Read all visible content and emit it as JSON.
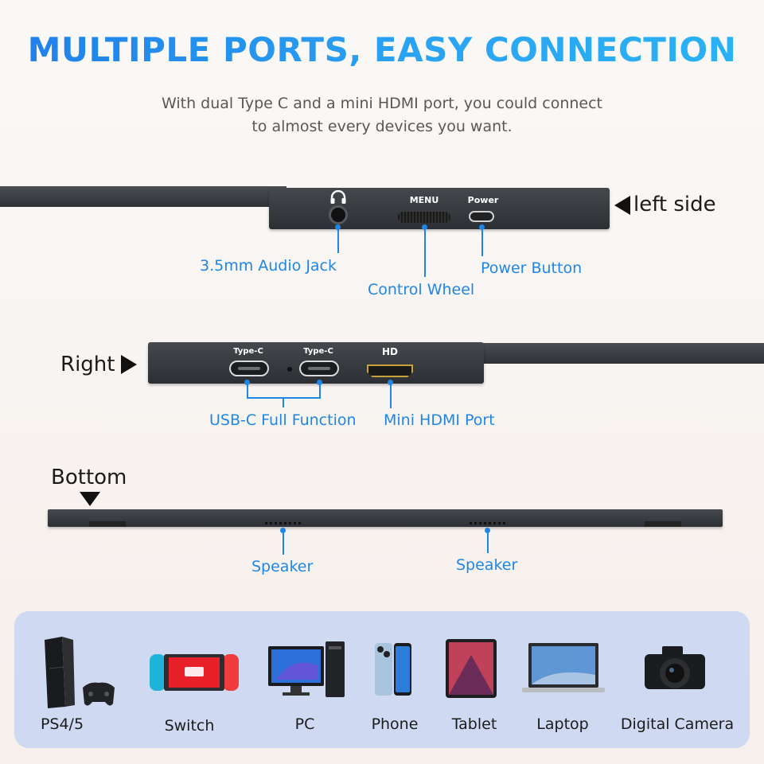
{
  "header": {
    "title": "MULTIPLE PORTS, EASY CONNECTION",
    "subtitle_line1": "With dual Type C and a mini HDMI port, you could connect",
    "subtitle_line2": "to almost every devices you want."
  },
  "left_side": {
    "side_label": "left side",
    "port_labels": {
      "menu": "MENU",
      "power": "Power"
    },
    "callouts": {
      "audio": "3.5mm Audio Jack",
      "wheel": "Control Wheel",
      "power": "Power Button"
    }
  },
  "right_side": {
    "side_label": "Right",
    "port_labels": {
      "typec_1": "Type-C",
      "typec_2": "Type-C",
      "hd": "HD"
    },
    "callouts": {
      "usbc": "USB-C Full Function",
      "hdmi": "Mini HDMI Port"
    }
  },
  "bottom": {
    "side_label": "Bottom",
    "callouts": {
      "speaker_left": "Speaker",
      "speaker_right": "Speaker"
    }
  },
  "devices": [
    {
      "label": "PS4/5",
      "icon": "game-console-icon"
    },
    {
      "label": "Switch",
      "icon": "handheld-console-icon"
    },
    {
      "label": "PC",
      "icon": "desktop-pc-icon"
    },
    {
      "label": "Phone",
      "icon": "smartphone-icon"
    },
    {
      "label": "Tablet",
      "icon": "tablet-icon"
    },
    {
      "label": "Laptop",
      "icon": "laptop-icon"
    },
    {
      "label": "Digital Camera",
      "icon": "camera-icon"
    }
  ],
  "colors": {
    "accent_blue": "#1f86e6",
    "device_body": "#3a3d42",
    "tray_background": "#cfdaf2"
  }
}
